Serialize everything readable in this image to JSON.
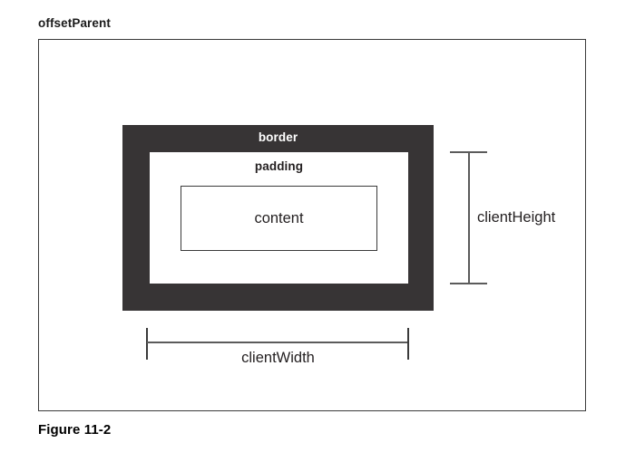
{
  "figure": {
    "caption": "Figure 11-2",
    "offset_parent_label": "offsetParent"
  },
  "box_model": {
    "border_label": "border",
    "padding_label": "padding",
    "content_label": "content"
  },
  "dimensions": {
    "client_height_label": "clientHeight",
    "client_width_label": "clientWidth"
  },
  "colors": {
    "border_fill": "#373435",
    "frame_stroke": "#3a3a3a",
    "dimension_line": "#5b5b5b",
    "page_background": "#ffffff",
    "text_dark": "#231f20",
    "text_light": "#ffffff"
  }
}
